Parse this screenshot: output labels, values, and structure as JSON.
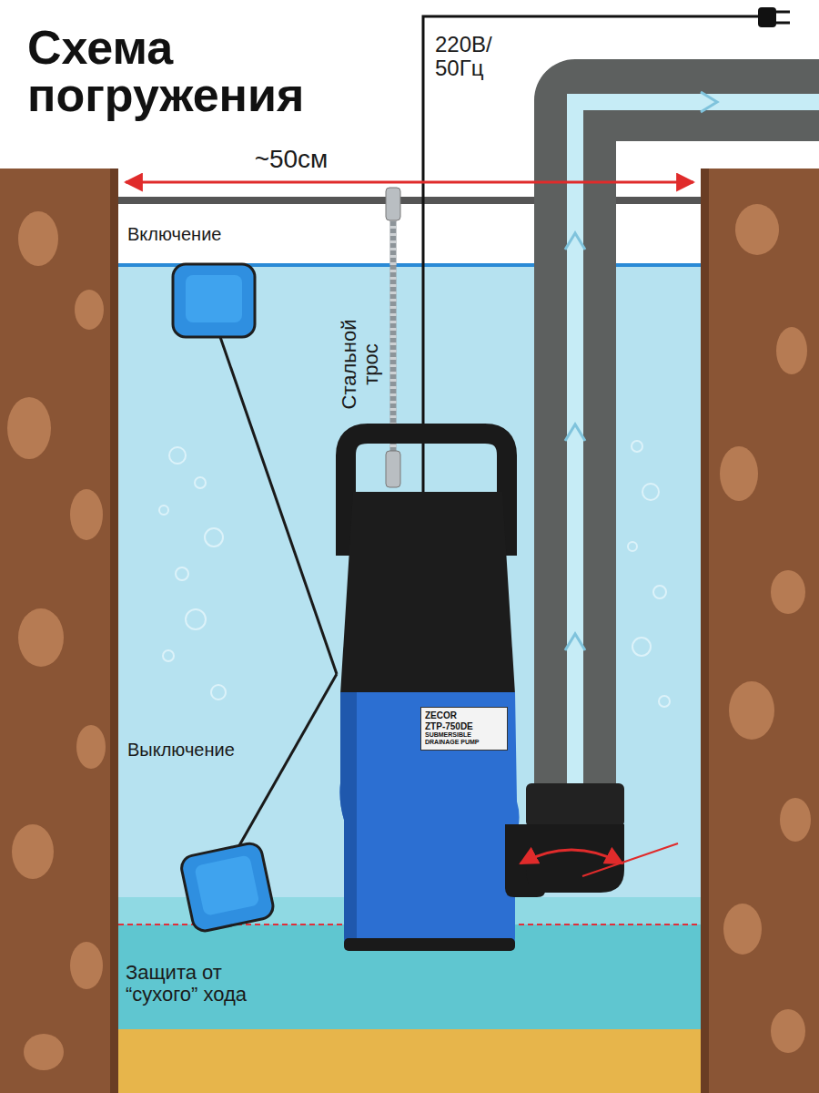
{
  "diagram": {
    "title": "Схема погружения",
    "nodes": [
      {
        "text": [
          "ZECOR",
          "ZTP-750DE",
          "SUBMERSIBLE DRAINAGE PUMP"
        ]
      }
    ],
    "labels": [
      "220В/ 50Гц",
      "~50см",
      "Включение",
      "Стальной трос",
      "Выключение",
      "Защита от “сухого” хода"
    ]
  }
}
